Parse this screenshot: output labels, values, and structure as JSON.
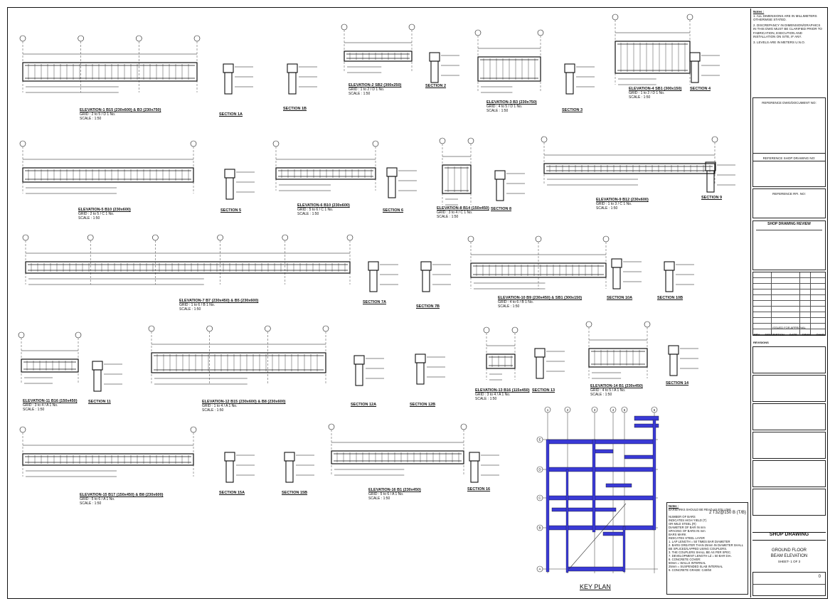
{
  "general_notes": {
    "title": "Notes :",
    "items": [
      "1. ALL DIMENSIONS ARE IN MILLIMETERS OTHERWISE STATED.",
      "2. DISCREPANCY IN DIMENSION/GRAPHICS IN THIS DWG MUST BE CLARIFIED PRIOR TO FABRICATION, EXECUTION AND INSTALLATION ON SITE, IF ANY.",
      "3. LEVELS ARE IN METERS U.N.O."
    ]
  },
  "title_block": {
    "ref_dwg": "REFERENCE DWG/DOCUMENT NO:",
    "ref_shop": "REFERENCE SHOP DRAWING NO:",
    "ref_rfi": "REFERENCE RFI. NO:",
    "review": "SHOP DRAWING REVIEW",
    "issued_for_approval": "ISSUED FOR APPROVAL",
    "rev_headers": [
      "REV",
      "DESCRIPTION",
      "DATE",
      "DRWN",
      "CHKD"
    ],
    "revisions": "REVISIONS",
    "stamp": "SHOP DRAWING",
    "drawing_title_lines": [
      "GROUND FLOOR",
      "BEAM ELEVATION"
    ],
    "sheet": "SHEET- 1 OF 3",
    "rev_value": "0"
  },
  "elevations": [
    {
      "title": "ELEVATION-1  B15 (230x600) & B3 (230x750)",
      "grid": "GRID : 2 to 5 / D  1 No.",
      "scale": "SCALE : 1:50"
    },
    {
      "title": "ELEVATION-2  SB2 (300x250)",
      "grid": "GRID : 1 to 2 / D  1 No.",
      "scale": "SCALE : 1:50"
    },
    {
      "title": "ELEVATION-3  B3 (230x750)",
      "grid": "GRID : 4 to 5 / D  1 No.",
      "scale": "SCALE : 1:50"
    },
    {
      "title": "ELEVATION-4  SB1 (300x150)",
      "grid": "GRID : 1 to 2 / D  1 No.",
      "scale": "SCALE : 1:50"
    },
    {
      "title": "ELEVATION-5  B10 (230x600)",
      "grid": "GRID : 2 to 5 / C  1 No.",
      "scale": "SCALE : 1:50"
    },
    {
      "title": "ELEVATION-6  B10 (230x600)",
      "grid": "GRID : 5 to 6 / C  1 No.",
      "scale": "SCALE : 1:50"
    },
    {
      "title": "ELEVATION-8  B14 (150x450)",
      "grid": "GRID : 3 to 4 / C  1 No.",
      "scale": "SCALE : 1:50"
    },
    {
      "title": "ELEVATION-9  B12 (230x600)",
      "grid": "GRID : 1 to 3 / C  1 No.",
      "scale": "SCALE : 1:50"
    },
    {
      "title": "ELEVATION-7  B7 (230x450) & B5 (230x600)",
      "grid": "GRID : 1 to 6 / B  1 No.",
      "scale": "SCALE : 1:50"
    },
    {
      "title": "ELEVATION-10  B9 (230x450) & SB1 (300x150)",
      "grid": "GRID : 4 to 6 / B  1 No.",
      "scale": "SCALE : 1:50"
    },
    {
      "title": "ELEVATION-11  B16 (150x450)",
      "grid": "GRID : 3 to 4 / A  1 No.",
      "scale": "SCALE : 1:50"
    },
    {
      "title": "ELEVATION-12  B15 (230x600) & B8 (230x600)",
      "grid": "GRID : 1 to 4 / A  1 No.",
      "scale": "SCALE : 1:50"
    },
    {
      "title": "ELEVATION-13  B16 (115x450)",
      "grid": "GRID : 3 to 4 / A  1 No.",
      "scale": "SCALE : 1:50"
    },
    {
      "title": "ELEVATION-14  B1 (230x450)",
      "grid": "GRID : 4 to 5 / A  1 No.",
      "scale": "SCALE : 1:50"
    },
    {
      "title": "ELEVATION-15  B17 (150x450) & B8 (230x600)",
      "grid": "GRID : 5 to 6 / A  1 No.",
      "scale": "SCALE : 1:50"
    },
    {
      "title": "ELEVATION-16  B1 (230x450)",
      "grid": "GRID : 5 to 6 / A  1 No.",
      "scale": "SCALE : 1:50"
    }
  ],
  "sections": [
    "SECTION 1A",
    "SECTION 1B",
    "SECTION 2",
    "SECTION 3",
    "SECTION 4",
    "SECTION 5",
    "SECTION 6",
    "SECTION 8",
    "SECTION 9",
    "SECTION 7A",
    "SECTION 7B",
    "SECTION 10A",
    "SECTION 10B",
    "SECTION 11",
    "SECTION 12A",
    "SECTION 12B",
    "SECTION 13",
    "SECTION 14",
    "SECTION 15A",
    "SECTION 15B",
    "SECTION 16"
  ],
  "key_plan": {
    "title": "KEY PLAN",
    "grid_letters": [
      "A",
      "B",
      "C",
      "D",
      "E"
    ],
    "grid_numbers": [
      "1",
      "2",
      "3",
      "4",
      "5",
      "6"
    ]
  },
  "legend": {
    "title": "Notes :",
    "lines": [
      "BARMARKS SHOULD BE READ AS FOLLOW:",
      "NUMBER OF BARS",
      "INDICATES HIGH YIELD (T)",
      "OR MILD STEEL (R)",
      "DIAMETER OF BAR IN mm",
      "SPACING OF BARS IN mm",
      "BARS MARK",
      "INDICATES STEEL LAYER",
      "1. LAP LENGTH = 50 TIMES BAR DIAMETER",
      "2. BARS GREATER THAN 25mm IN DIAMETER SHALL BE SPLICED/LAPPED USING COUPLERS.",
      "3. THE COUPLERS SHALL BE AS PER SPEC.",
      "7. DEVELOPMENT LENGTH Ld = 50 BAR DIA.",
      "8. CONCRETE COVER:",
      "50mm = WALLS INTERNAL",
      "25mm = SUSPENDED SLAB INTERNAL",
      "9. CONCRETE GRADE: C40/50"
    ],
    "example": "2 T32@150 B (T/B)"
  }
}
